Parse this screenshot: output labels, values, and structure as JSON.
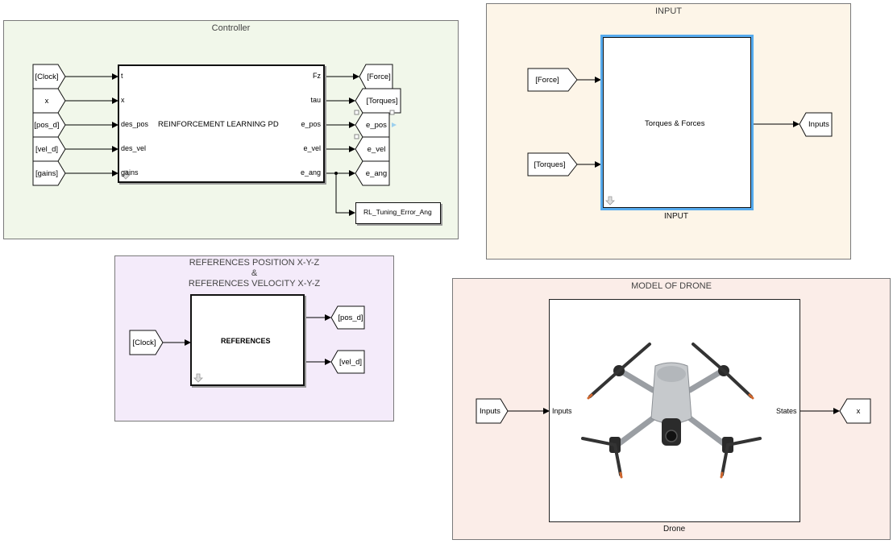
{
  "areas": {
    "controller": {
      "title": "Controller"
    },
    "input": {
      "title": "INPUT"
    },
    "references": {
      "title_line1": "REFERENCES POSITION X-Y-Z",
      "title_line2": "&",
      "title_line3": "REFERENCES VELOCITY X-Y-Z"
    },
    "model": {
      "title": "MODEL OF DRONE"
    }
  },
  "rl_block": {
    "name": "REINFORCEMENT LEARNING PD",
    "inputs": [
      "t",
      "x",
      "des_pos",
      "des_vel",
      "gains"
    ],
    "outputs": [
      "Fz",
      "tau",
      "e_pos",
      "e_vel",
      "e_ang"
    ]
  },
  "controller_tags": {
    "from": [
      "[Clock]",
      "x",
      "[pos_d]",
      "[vel_d]",
      "[gains]"
    ],
    "goto": [
      "[Force]",
      "[Torques]",
      "e_pos",
      "e_vel",
      "e_ang"
    ],
    "scope": "RL_Tuning_Error_Ang"
  },
  "input_subsystem": {
    "name": "Torques & Forces",
    "caption": "INPUT",
    "from": [
      "[Force]",
      "[Torques]"
    ],
    "goto": "Inputs"
  },
  "references_subsystem": {
    "name": "REFERENCES",
    "from": "[Clock]",
    "goto": [
      "[pos_d]",
      "[vel_d]"
    ]
  },
  "drone_subsystem": {
    "caption": "Drone",
    "in_port": "Inputs",
    "out_port": "States",
    "from": "Inputs",
    "goto": "x"
  },
  "colors": {
    "controller_bg": "#f1f7ea",
    "input_bg": "#fdf5e8",
    "references_bg": "#f4ebfa",
    "model_bg": "#fbede8",
    "selection": "#55aaee"
  }
}
